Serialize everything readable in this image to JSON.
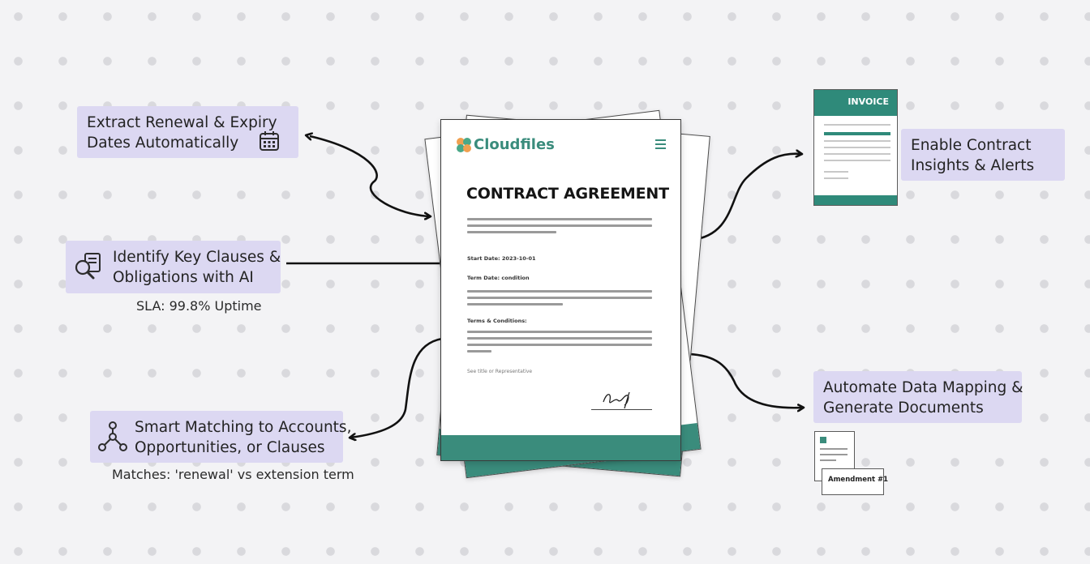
{
  "labels": {
    "extract": [
      "Extract Renewal & Expiry",
      "Dates Automatically"
    ],
    "identify": [
      "Identify Key Clauses &",
      "Obligations with AI"
    ],
    "smart": [
      "Smart Matching to Accounts,",
      "Opportunities, or Clauses"
    ],
    "insights": [
      "Enable Contract",
      "Insights & Alerts"
    ],
    "automate": [
      "Automate Data Mapping &",
      "Generate Documents"
    ]
  },
  "notes": {
    "sla": "SLA: 99.8% Uptime",
    "matches": "Matches: 'renewal' vs extension term"
  },
  "document": {
    "brand": "Cloudfiles",
    "title": "CONTRACT AGREEMENT",
    "start_date": "Start Date: 2023-10-01",
    "section1": "Term Date: condition",
    "section2": "Terms & Conditions:",
    "sig_caption": "See title or Representative"
  },
  "invoice": {
    "title": "INVOICE"
  },
  "amendment": {
    "label": "Amendment #1"
  },
  "icons": {
    "extract": "calendar-icon",
    "identify": "magnifier-document-icon",
    "smart": "hierarchy-network-icon"
  },
  "colors": {
    "label_bg": "#dcd8f2",
    "brand_teal": "#3a8c7c",
    "logo_orange": "#f0a050",
    "logo_green": "#4aa888"
  }
}
